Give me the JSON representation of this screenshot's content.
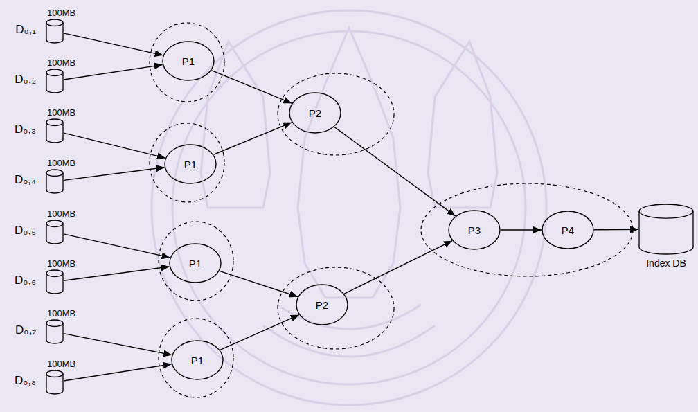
{
  "diagram": {
    "nodes": [
      {
        "text": [
          "100MB",
          "D₀,₁"
        ]
      },
      {
        "text": [
          "100MB",
          "D₀,₂"
        ]
      },
      {
        "text": [
          "100MB",
          "D₀,₃"
        ]
      },
      {
        "text": [
          "100MB",
          "D₀,₄"
        ]
      },
      {
        "text": [
          "100MB",
          "D₀,₅"
        ]
      },
      {
        "text": [
          "100MB",
          "D₀,₆"
        ]
      },
      {
        "text": [
          "100MB",
          "D₀,₇"
        ]
      },
      {
        "text": [
          "100MB",
          "D₀,₈"
        ]
      },
      {
        "text": []
      },
      {
        "text": [
          "P1"
        ],
        "in": 8
      },
      {
        "text": []
      },
      {
        "text": [
          "P1"
        ],
        "in": 10
      },
      {
        "text": []
      },
      {
        "text": [
          "P1"
        ],
        "in": 12
      },
      {
        "text": []
      },
      {
        "text": [
          "P1"
        ],
        "in": 14
      },
      {
        "text": []
      },
      {
        "text": [
          "P2"
        ],
        "in": 16
      },
      {
        "text": []
      },
      {
        "text": [
          "P2"
        ],
        "in": 18
      },
      {
        "text": []
      },
      {
        "text": [
          "P3"
        ],
        "in": 20
      },
      {
        "text": [
          "P4"
        ],
        "in": 20
      },
      {
        "text": [
          "Index DB"
        ]
      }
    ],
    "edges": [
      {
        "from": 0,
        "to": 9,
        "arrow": "to"
      },
      {
        "from": 1,
        "to": 9,
        "arrow": "to"
      },
      {
        "from": 2,
        "to": 11,
        "arrow": "to"
      },
      {
        "from": 3,
        "to": 11,
        "arrow": "to"
      },
      {
        "from": 4,
        "to": 13,
        "arrow": "to"
      },
      {
        "from": 5,
        "to": 13,
        "arrow": "to"
      },
      {
        "from": 6,
        "to": 15,
        "arrow": "to"
      },
      {
        "from": 7,
        "to": 15,
        "arrow": "to"
      },
      {
        "from": 9,
        "to": 17,
        "arrow": "to"
      },
      {
        "from": 11,
        "to": 17,
        "arrow": "to"
      },
      {
        "from": 13,
        "to": 19,
        "arrow": "to"
      },
      {
        "from": 15,
        "to": 19,
        "arrow": "to"
      },
      {
        "from": 17,
        "to": 21,
        "arrow": "to"
      },
      {
        "from": 19,
        "to": 21,
        "arrow": "to"
      },
      {
        "from": 21,
        "to": 22,
        "arrow": "to"
      },
      {
        "from": 22,
        "to": 23,
        "arrow": "to"
      }
    ]
  }
}
